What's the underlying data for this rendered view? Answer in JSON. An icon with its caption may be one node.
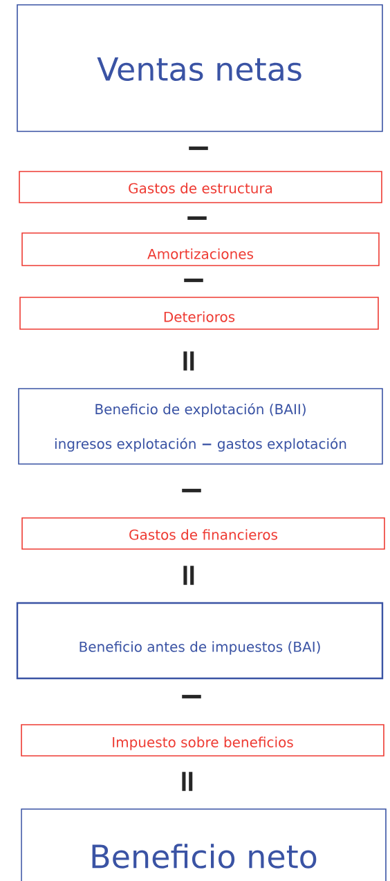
{
  "diagram": {
    "nodes": [
      {
        "text": [
          "Ventas netas"
        ]
      },
      {
        "text": [
          "Gastos de estructura"
        ]
      },
      {
        "text": [
          "Amortizaciones"
        ]
      },
      {
        "text": [
          "Deterioros"
        ]
      },
      {
        "text": [
          "Beneficio de explotación (BAII)",
          "ingresos explotación **−** gastos explotación"
        ]
      },
      {
        "text": [
          "Gastos de financieros"
        ]
      },
      {
        "text": [
          "Beneficio antes de impuestos (BAI)"
        ]
      },
      {
        "text": [
          "Impuesto sobre beneficios"
        ]
      },
      {
        "text": [
          "Beneficio neto"
        ]
      }
    ],
    "labels": [
      "−",
      "−",
      "−",
      "=",
      "−",
      "=",
      "−",
      "="
    ]
  }
}
